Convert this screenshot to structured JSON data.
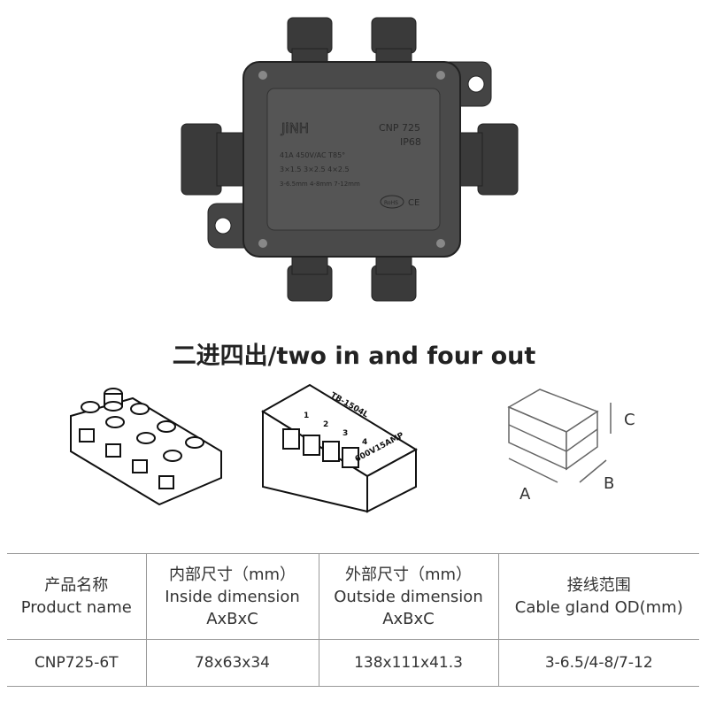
{
  "product_image": {
    "brand": "JiNH",
    "model": "CNP 725",
    "rating": "IP68",
    "line1": "41A 450V/AC T85°",
    "line2": "3×1.5 3×2.5 4×2.5",
    "line3": "3-6.5mm 4-8mm 7-12mm",
    "marks": [
      "RoHS",
      "CE"
    ],
    "body_color": "#4a4a4a"
  },
  "title": "二进四出/two in and four out",
  "terminal_block": {
    "model": "TB-1504L",
    "numbers": [
      "1",
      "2",
      "3",
      "4"
    ],
    "rating": "600V15AMP"
  },
  "dimension_diagram": {
    "labels": {
      "a": "A",
      "b": "B",
      "c": "C"
    }
  },
  "table": {
    "headers": [
      [
        "产品名称",
        "Product name"
      ],
      [
        "内部尺寸（mm）",
        "Inside dimension",
        "AxBxC"
      ],
      [
        "外部尺寸（mm）",
        "Outside dimension",
        "AxBxC"
      ],
      [
        "接线范围",
        "Cable gland OD(mm)"
      ]
    ],
    "rows": [
      [
        "CNP725-6T",
        "78x63x34",
        "138x111x41.3",
        "3-6.5/4-8/7-12"
      ]
    ]
  }
}
